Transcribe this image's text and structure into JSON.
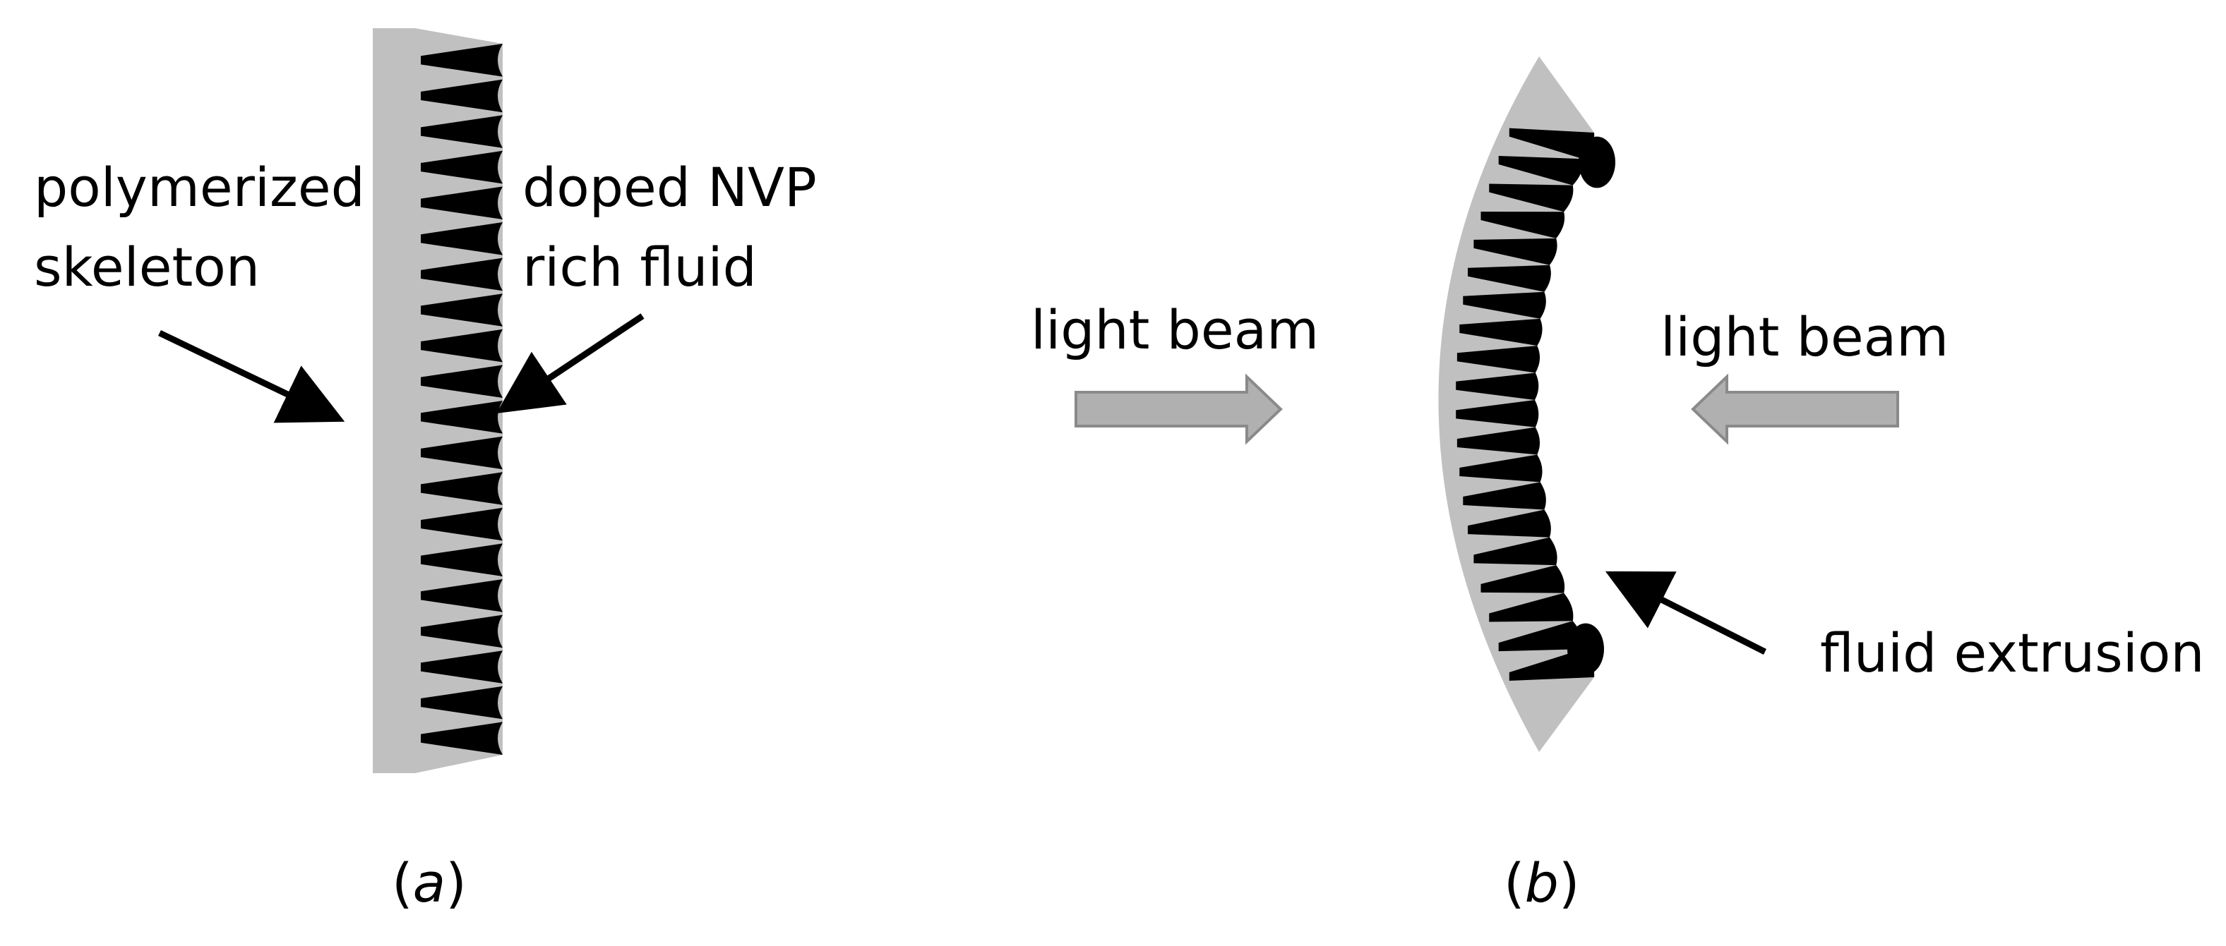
{
  "colors": {
    "skeleton": "#c0c0c0",
    "fluid": "#000000",
    "beam_arrow_fill": "#b0b0b0",
    "beam_arrow_stroke": "#8a8a8a",
    "pointer_arrow": "#000000"
  },
  "panel_a": {
    "label_left": {
      "line1": "polymerized",
      "line2": "skeleton"
    },
    "label_right": {
      "line1": "doped NVP",
      "line2": "rich fluid"
    },
    "caption": {
      "open": "(",
      "letter": "a",
      "close": ")"
    },
    "tooth_count": 20
  },
  "panel_b": {
    "beam_left_label": "light beam",
    "beam_right_label": "light beam",
    "extrusion_label": "fluid extrusion",
    "caption": {
      "open": "(",
      "letter": "b",
      "close": ")"
    },
    "tooth_count": 20
  }
}
